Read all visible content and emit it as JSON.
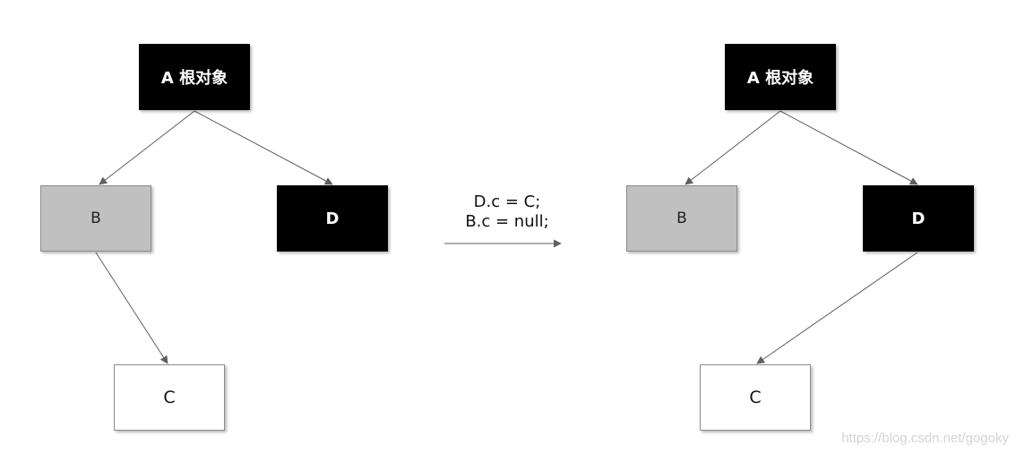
{
  "before": {
    "nodes": {
      "a": "A 根对象",
      "b": "B",
      "d": "D",
      "c": "C"
    }
  },
  "transition": {
    "line1": "D.c = C;",
    "line2": "B.c = null;"
  },
  "after": {
    "nodes": {
      "a": "A 根对象",
      "b": "B",
      "d": "D",
      "c": "C"
    }
  },
  "watermark": "https://blog.csdn.net/gogoky",
  "colors": {
    "root_fill": "#000000",
    "root_text": "#ffffff",
    "gray_fill": "#c0c0c0",
    "white_fill": "#ffffff",
    "edge": "#606060"
  }
}
